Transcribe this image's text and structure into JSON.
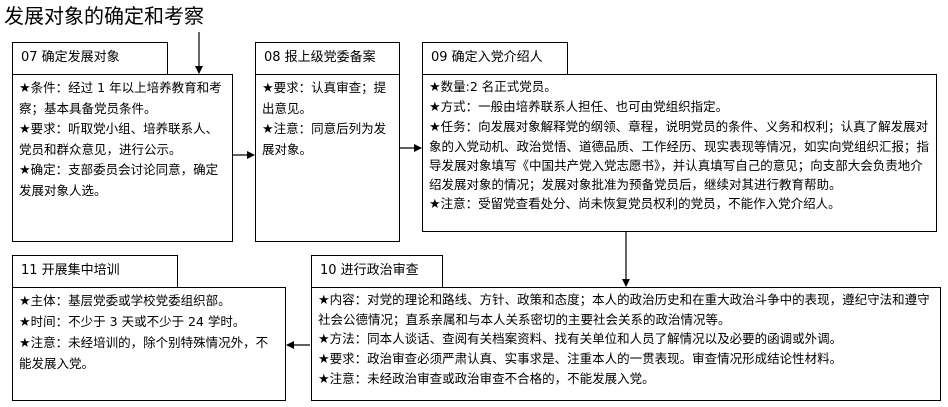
{
  "title": "发展对象的确定和考察",
  "steps": {
    "s07": {
      "header": "07 确定发展对象",
      "items": [
        {
          "label": "条件",
          "text": "：经过 1 年以上培养教育和考察；基本具备党员条件。"
        },
        {
          "label": "要求",
          "text": "：听取党小组、培养联系人、党员和群众意见，进行公示。"
        },
        {
          "label": "确定",
          "text": "：支部委员会讨论同意，确定发展对象人选。"
        }
      ]
    },
    "s08": {
      "header": "08 报上级党委备案",
      "items": [
        {
          "label": "要求",
          "text": "：认真审查；提出意见。"
        },
        {
          "label": "注意",
          "text": "：同意后列为发展对象。"
        }
      ]
    },
    "s09": {
      "header": "09 确定入党介绍人",
      "items": [
        {
          "label": "数量",
          "text": ":2 名正式党员。"
        },
        {
          "label": "方式",
          "text": "：一般由培养联系人担任、也可由党组织指定。"
        },
        {
          "label": "任务",
          "text": "：向发展对象解释党的纲领、章程，说明党员的条件、义务和权利；认真了解发展对象的入党动机、政治觉悟、道德品质、工作经历、现实表现等情况，如实向党组织汇报；指导发展对象填写《中国共产党入党志愿书》，并认真填写自己的意见；向支部大会负责地介绍发展对象的情况；发展对象批准为预备党员后，继续对其进行教育帮助。"
        },
        {
          "label": "注意",
          "text": "：受留党查看处分、尚未恢复党员权利的党员，不能作入党介绍人。"
        }
      ]
    },
    "s10": {
      "header": "10 进行政治审查",
      "items": [
        {
          "label": "内容",
          "text": "：对党的理论和路线、方针、政策和态度；本人的政治历史和在重大政治斗争中的表现，遵纪守法和遵守社会公德情况；直系亲属和与本人关系密切的主要社会关系的政治情况等。"
        },
        {
          "label": "方法",
          "text": "：同本人谈话、查阅有关档案资料、找有关单位和人员了解情况以及必要的函调或外调。"
        },
        {
          "label": "要求",
          "text": "：政治审查必须严肃认真、实事求是、注重本人的一贯表现。审查情况形成结论性材料。"
        },
        {
          "label": "注意",
          "text": "：未经政治审查或政治审查不合格的，不能发展入党。"
        }
      ]
    },
    "s11": {
      "header": "11 开展集中培训",
      "items": [
        {
          "label": "主体",
          "text": "：基层党委或学校党委组织部。"
        },
        {
          "label": "时间",
          "text": "：不少于 3 天或不少于 24 学时。"
        },
        {
          "label": "注意",
          "text": "：未经培训的，除个别特殊情况外，不能发展入党。"
        }
      ]
    }
  },
  "bullet_icon": "★"
}
